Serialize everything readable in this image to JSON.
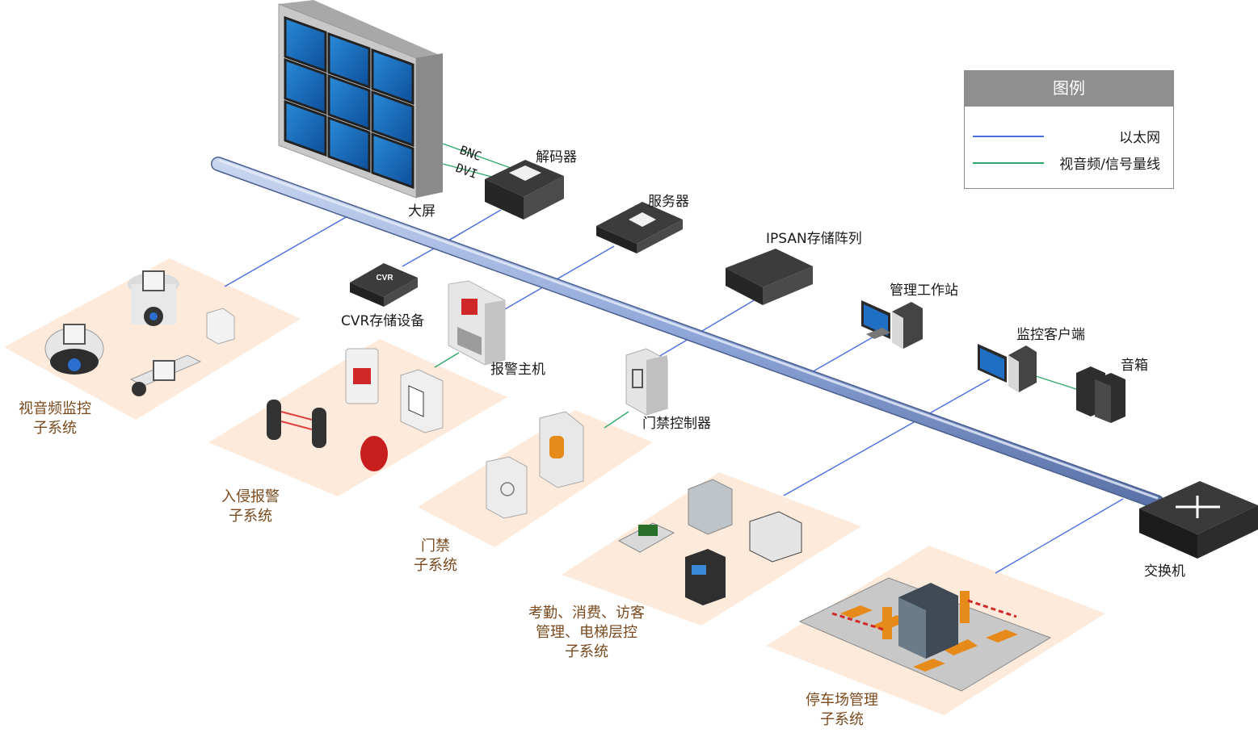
{
  "colors": {
    "ethernet": "#4a6fe0",
    "signal": "#2ea86a",
    "zone": "#fdeadb",
    "bus": "#8ea6d8",
    "subsystem_text": "#7a4a1e"
  },
  "legend": {
    "title": "图例",
    "items": [
      {
        "label": "以太网",
        "color": "#4a6fe0"
      },
      {
        "label": "视音频/信号量线",
        "color": "#2ea86a"
      }
    ]
  },
  "cable_labels": {
    "bnc": "BNC",
    "dvi": "DVI"
  },
  "devices": {
    "big_screen": "大屏",
    "decoder": "解码器",
    "server": "服务器",
    "ipsan": "IPSAN存储阵列",
    "workstation": "管理工作站",
    "monitor_client": "监控客户端",
    "speaker": "音箱",
    "cvr": "CVR存储设备",
    "cvr_badge": "CVR",
    "alarm_host": "报警主机",
    "access_controller": "门禁控制器",
    "switch": "交换机"
  },
  "subsystems": {
    "video": [
      "视音频监控",
      "子系统"
    ],
    "intrusion": [
      "入侵报警",
      "子系统"
    ],
    "access": [
      "门禁",
      "子系统"
    ],
    "attendance": [
      "考勤、消费、访客",
      "管理、电梯层控",
      "子系统"
    ],
    "parking": [
      "停车场管理",
      "子系统"
    ]
  }
}
